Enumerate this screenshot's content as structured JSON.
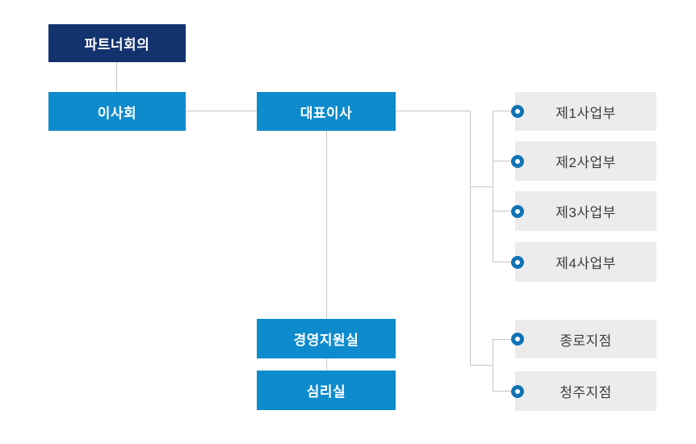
{
  "diagram": {
    "type": "org-chart",
    "nodes": {
      "partner_meeting": {
        "label": "파트너회의"
      },
      "board": {
        "label": "이사회"
      },
      "ceo": {
        "label": "대표이사"
      },
      "management_support": {
        "label": "경영지원실"
      },
      "psychology_office": {
        "label": "심리실"
      },
      "divisions": [
        {
          "label": "제1사업부"
        },
        {
          "label": "제2사업부"
        },
        {
          "label": "제3사업부"
        },
        {
          "label": "제4사업부"
        }
      ],
      "branch_offices": [
        {
          "label": "종로지점"
        },
        {
          "label": "청주지점"
        }
      ]
    }
  },
  "colors": {
    "navy": "#13336f",
    "blue": "#0d8bcd",
    "gray_box": "#ececec",
    "bullet": "#1173b5",
    "line": "#c6c6c6",
    "text_dark": "#3d3d3d"
  }
}
